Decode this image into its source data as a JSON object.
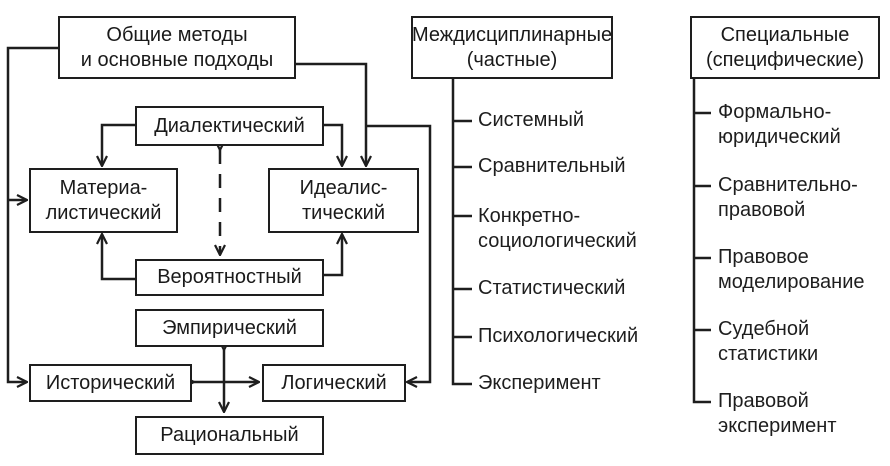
{
  "general": {
    "title": [
      "Общие методы",
      "и основные подходы"
    ],
    "dialectical": "Диалектический",
    "materialistic": [
      "Материа-",
      "листический"
    ],
    "idealistic": [
      "Идеалис-",
      "тический"
    ],
    "probabilistic": "Вероятностный",
    "empirical": "Эмпирический",
    "historical": "Исторический",
    "logical": "Логический",
    "rational": "Рациональный"
  },
  "interdisciplinary": {
    "title": [
      "Междисциплинарные",
      "(частные)"
    ],
    "items": [
      [
        "Системный"
      ],
      [
        "Сравнительный"
      ],
      [
        "Конкретно-",
        "социологический"
      ],
      [
        "Статистический"
      ],
      [
        "Психологический"
      ],
      [
        "Эксперимент"
      ]
    ]
  },
  "special": {
    "title": [
      "Специальные",
      "(специфические)"
    ],
    "items": [
      [
        "Формально-",
        "юридический"
      ],
      [
        "Сравнительно-",
        "правовой"
      ],
      [
        "Правовое",
        "моделирование"
      ],
      [
        "Судебной",
        "статистики"
      ],
      [
        "Правовой",
        "эксперимент"
      ]
    ]
  },
  "colors": {
    "line": "#1e1e1e",
    "background": "#ffffff"
  }
}
